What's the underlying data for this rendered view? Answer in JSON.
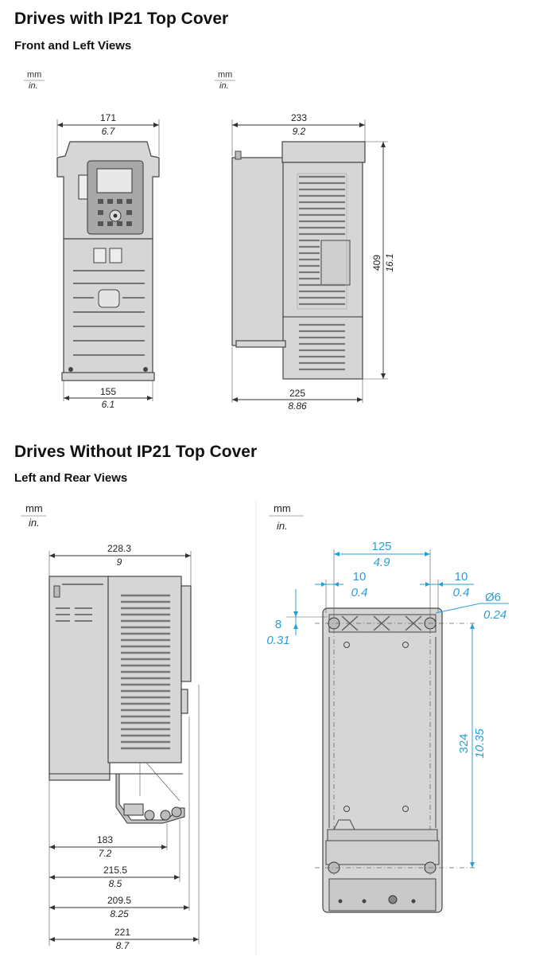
{
  "section1": {
    "title": "Drives with IP21 Top Cover",
    "subtitle": "Front and Left Views",
    "units": {
      "top": "mm",
      "bottom": "in."
    },
    "front_view": {
      "width_top": {
        "mm": "171",
        "in": "6.7"
      },
      "width_bottom": {
        "mm": "155",
        "in": "6.1"
      }
    },
    "left_view": {
      "width_top": {
        "mm": "233",
        "in": "9.2"
      },
      "height": {
        "mm": "409",
        "in": "16.1"
      },
      "width_bottom": {
        "mm": "225",
        "in": "8.86"
      }
    }
  },
  "section2": {
    "title": "Drives Without IP21 Top Cover",
    "subtitle": "Left and Rear Views",
    "units": {
      "top": "mm",
      "bottom": "in."
    },
    "left_view": {
      "depth_top": {
        "mm": "228.3",
        "in": "9"
      },
      "d1": {
        "mm": "183",
        "in": "7.2"
      },
      "d2": {
        "mm": "215.5",
        "in": "8.5"
      },
      "d3": {
        "mm": "209.5",
        "in": "8.25"
      },
      "d4": {
        "mm": "221",
        "in": "8.7"
      }
    },
    "rear_view": {
      "hole_spacing": {
        "mm": "125",
        "in": "4.9"
      },
      "left_offset": {
        "mm": "10",
        "in": "0.4"
      },
      "right_offset": {
        "mm": "10",
        "in": "0.4"
      },
      "hole_diameter": {
        "mm": "Ø6",
        "in": "0.24"
      },
      "top_offset": {
        "mm": "8",
        "in": "0.31"
      },
      "hole_height": {
        "mm": "324",
        "in": "10.35"
      }
    }
  }
}
